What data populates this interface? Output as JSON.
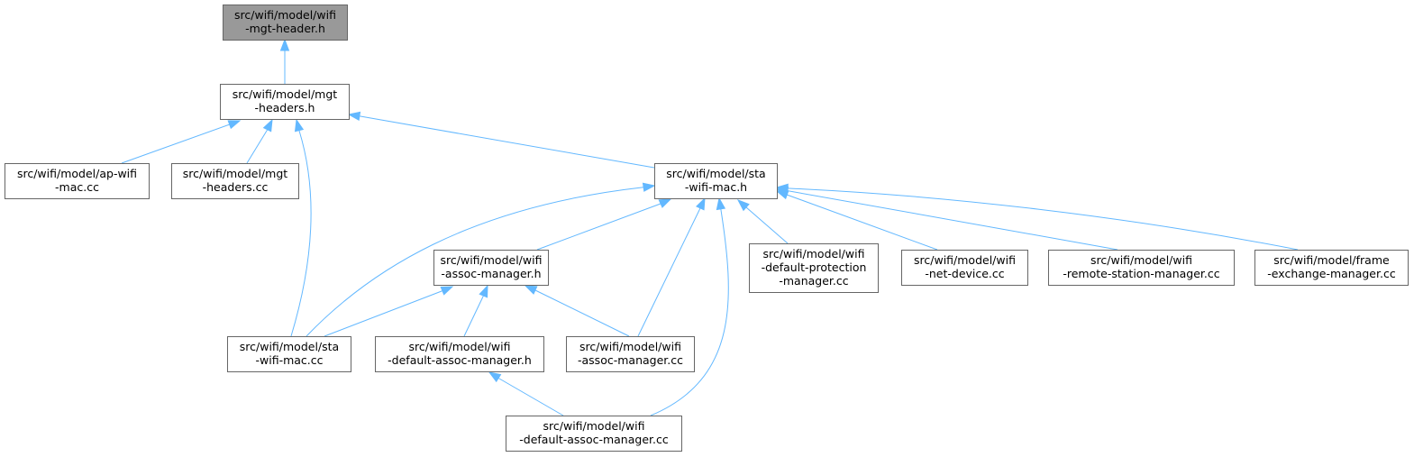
{
  "diagram": {
    "type": "include-dependency-graph",
    "nodes": [
      {
        "id": "n0",
        "lines": [
          "src/wifi/model/wifi",
          "-mgt-header.h"
        ],
        "highlight": true
      },
      {
        "id": "n1",
        "lines": [
          "src/wifi/model/mgt",
          "-headers.h"
        ]
      },
      {
        "id": "n2",
        "lines": [
          "src/wifi/model/ap-wifi",
          "-mac.cc"
        ]
      },
      {
        "id": "n3",
        "lines": [
          "src/wifi/model/mgt",
          "-headers.cc"
        ]
      },
      {
        "id": "n4",
        "lines": [
          "src/wifi/model/sta",
          "-wifi-mac.cc"
        ]
      },
      {
        "id": "n5",
        "lines": [
          "src/wifi/model/sta",
          "-wifi-mac.h"
        ]
      },
      {
        "id": "n6",
        "lines": [
          "src/wifi/model/wifi",
          "-assoc-manager.h"
        ]
      },
      {
        "id": "n7",
        "lines": [
          "src/wifi/model/wifi",
          "-default-protection",
          "-manager.cc"
        ]
      },
      {
        "id": "n8",
        "lines": [
          "src/wifi/model/wifi",
          "-net-device.cc"
        ]
      },
      {
        "id": "n9",
        "lines": [
          "src/wifi/model/wifi",
          "-remote-station-manager.cc"
        ]
      },
      {
        "id": "n10",
        "lines": [
          "src/wifi/model/frame",
          "-exchange-manager.cc"
        ]
      },
      {
        "id": "n11",
        "lines": [
          "src/wifi/model/wifi",
          "-default-assoc-manager.h"
        ]
      },
      {
        "id": "n12",
        "lines": [
          "src/wifi/model/wifi",
          "-assoc-manager.cc"
        ]
      },
      {
        "id": "n13",
        "lines": [
          "src/wifi/model/wifi",
          "-default-assoc-manager.cc"
        ]
      }
    ],
    "edges": [
      {
        "from": "n1",
        "to": "n0"
      },
      {
        "from": "n2",
        "to": "n1"
      },
      {
        "from": "n3",
        "to": "n1"
      },
      {
        "from": "n4",
        "to": "n1"
      },
      {
        "from": "n5",
        "to": "n1"
      },
      {
        "from": "n4",
        "to": "n5"
      },
      {
        "from": "n6",
        "to": "n5"
      },
      {
        "from": "n12",
        "to": "n5"
      },
      {
        "from": "n13",
        "to": "n5"
      },
      {
        "from": "n7",
        "to": "n5"
      },
      {
        "from": "n8",
        "to": "n5"
      },
      {
        "from": "n9",
        "to": "n5"
      },
      {
        "from": "n10",
        "to": "n5"
      },
      {
        "from": "n4",
        "to": "n6"
      },
      {
        "from": "n11",
        "to": "n6"
      },
      {
        "from": "n12",
        "to": "n6"
      },
      {
        "from": "n13",
        "to": "n11"
      }
    ],
    "colors": {
      "edge": "#63b8ff",
      "node_border": "#666666",
      "node_fill": "#ffffff",
      "highlight_fill": "#999999"
    }
  }
}
